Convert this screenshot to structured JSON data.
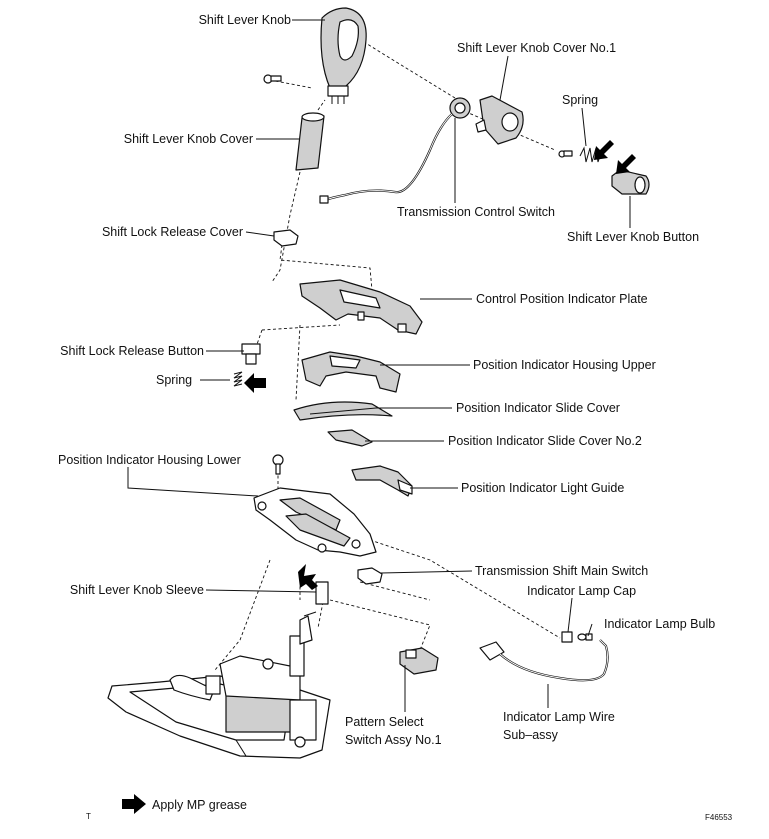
{
  "labels": {
    "shift_lever_knob": "Shift Lever Knob",
    "shift_lever_knob_cover_no1": "Shift Lever Knob Cover No.1",
    "spring_top": "Spring",
    "shift_lever_knob_cover": "Shift Lever Knob Cover",
    "transmission_control_switch": "Transmission Control Switch",
    "shift_lever_knob_button": "Shift Lever Knob Button",
    "shift_lock_release_cover": "Shift Lock Release Cover",
    "control_position_indicator_plate": "Control Position Indicator Plate",
    "shift_lock_release_button": "Shift Lock Release Button",
    "position_indicator_housing_upper": "Position Indicator Housing Upper",
    "spring_mid": "Spring",
    "position_indicator_slide_cover": "Position Indicator Slide Cover",
    "position_indicator_slide_cover_no2": "Position Indicator Slide Cover No.2",
    "position_indicator_housing_lower": "Position Indicator Housing Lower",
    "position_indicator_light_guide": "Position Indicator Light Guide",
    "transmission_shift_main_switch": "Transmission Shift Main Switch",
    "indicator_lamp_cap": "Indicator Lamp Cap",
    "shift_lever_knob_sleeve": "Shift Lever Knob Sleeve",
    "indicator_lamp_bulb": "Indicator Lamp Bulb",
    "pattern_select_switch_line1": "Pattern Select",
    "pattern_select_switch_line2": "Switch Assy No.1",
    "indicator_lamp_wire_line1": "Indicator Lamp Wire",
    "indicator_lamp_wire_line2": "Sub–assy"
  },
  "legend": {
    "grease_text": "Apply MP grease",
    "grease_icon": "black-arrow-icon"
  },
  "footer": {
    "left_mark": "T",
    "figure_code": "F46553"
  }
}
